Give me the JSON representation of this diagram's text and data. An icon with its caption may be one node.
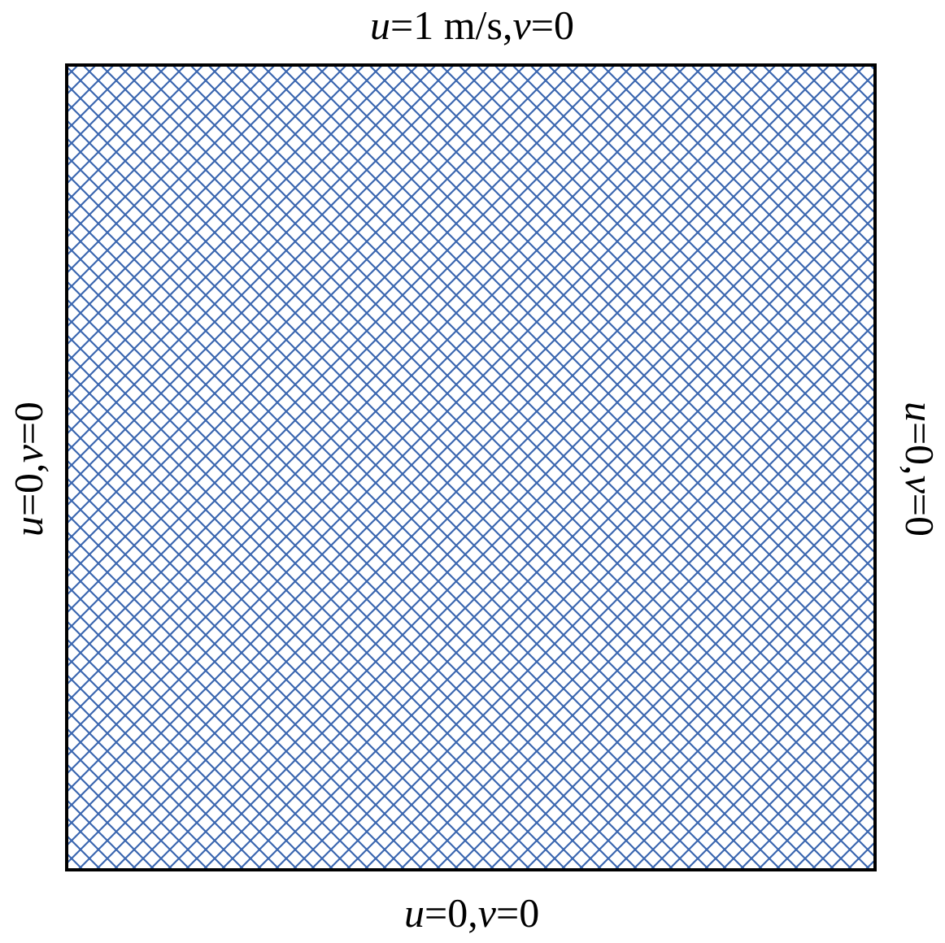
{
  "diagram": {
    "labels": [
      "*u*=1 m/s,*v*=0",
      "*u*=0,*v*=0",
      "*u*=0,*v*=0",
      "*u*=0,*v*=0"
    ]
  }
}
